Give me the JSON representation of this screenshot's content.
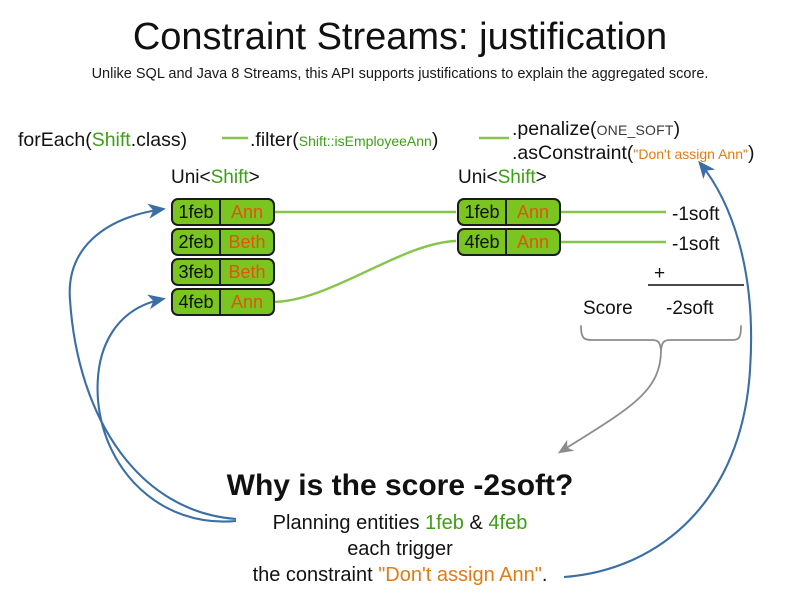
{
  "slide": {
    "title": "Constraint Streams: justification",
    "subtitle": "Unlike SQL and Java 8 Streams, this API supports justifications to explain the aggregated score."
  },
  "colors": {
    "card_fill": "#7ac51f",
    "card_border": "#1c1c1c",
    "name_orange": "#e2540f",
    "string_orange": "#e07b15",
    "type_green": "#3f9e18",
    "connector_green": "#86c44a",
    "arrow_blue": "#3a6ea5",
    "brace_gray": "#8c8c8c",
    "text_black": "#121212"
  },
  "pipeline": {
    "for_each": {
      "prefix": "forEach(",
      "type": "Shift",
      "suffix": ".class)"
    },
    "filter": {
      "prefix": ".filter(",
      "method_ref": "Shift::isEmployeeAnn",
      "suffix": ")"
    },
    "penalize": {
      "prefix": ".penalize(",
      "constant": "ONE_SOFT",
      "suffix": ")"
    },
    "as_constraint": {
      "prefix": ".asConstraint(",
      "constraint_name": "\"Don't assign Ann\"",
      "suffix": ")"
    }
  },
  "streams": {
    "left": {
      "label_prefix": "Uni<",
      "label_type": "Shift",
      "label_suffix": ">",
      "cards": [
        {
          "date": "1feb",
          "name": "Ann"
        },
        {
          "date": "2feb",
          "name": "Beth"
        },
        {
          "date": "3feb",
          "name": "Beth"
        },
        {
          "date": "4feb",
          "name": "Ann"
        }
      ]
    },
    "right": {
      "label_prefix": "Uni<",
      "label_type": "Shift",
      "label_suffix": ">",
      "cards": [
        {
          "date": "1feb",
          "name": "Ann"
        },
        {
          "date": "4feb",
          "name": "Ann"
        }
      ],
      "penalties": [
        "-1soft",
        "-1soft"
      ]
    }
  },
  "score": {
    "label": "Score",
    "operator": "+",
    "total": "-2soft"
  },
  "explanation": {
    "heading": "Why is the score -2soft?",
    "line1_prefix": "Planning entities ",
    "line1_entity_a": "1feb",
    "line1_amp": " & ",
    "line1_entity_b": "4feb",
    "line2": "each trigger",
    "line3_prefix": "the constraint ",
    "line3_constraint": "\"Don't assign Ann\"",
    "line3_suffix": "."
  }
}
